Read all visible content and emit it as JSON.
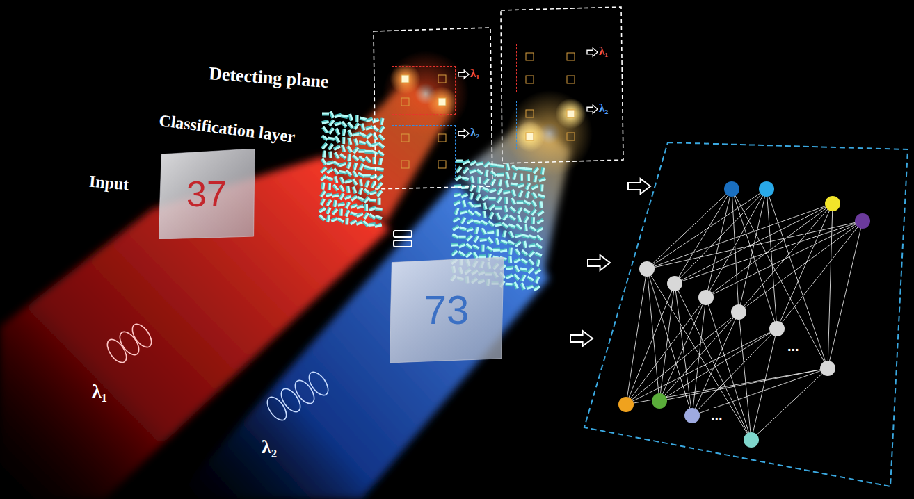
{
  "diagram": {
    "nodes": [
      {
        "text": [
          "37"
        ]
      },
      {
        "text": [
          "73"
        ]
      },
      {
        "text": [
          "λ₁"
        ]
      },
      {
        "text": [
          "λ₂"
        ]
      },
      {
        "text": [
          "λ₁"
        ]
      },
      {
        "text": [
          "λ₂"
        ]
      },
      {
        "text": [
          "...",
          "..."
        ]
      }
    ],
    "labels": [
      "Detecting plane",
      "Classification layer",
      "Input",
      "λ₁",
      "λ₂"
    ]
  }
}
